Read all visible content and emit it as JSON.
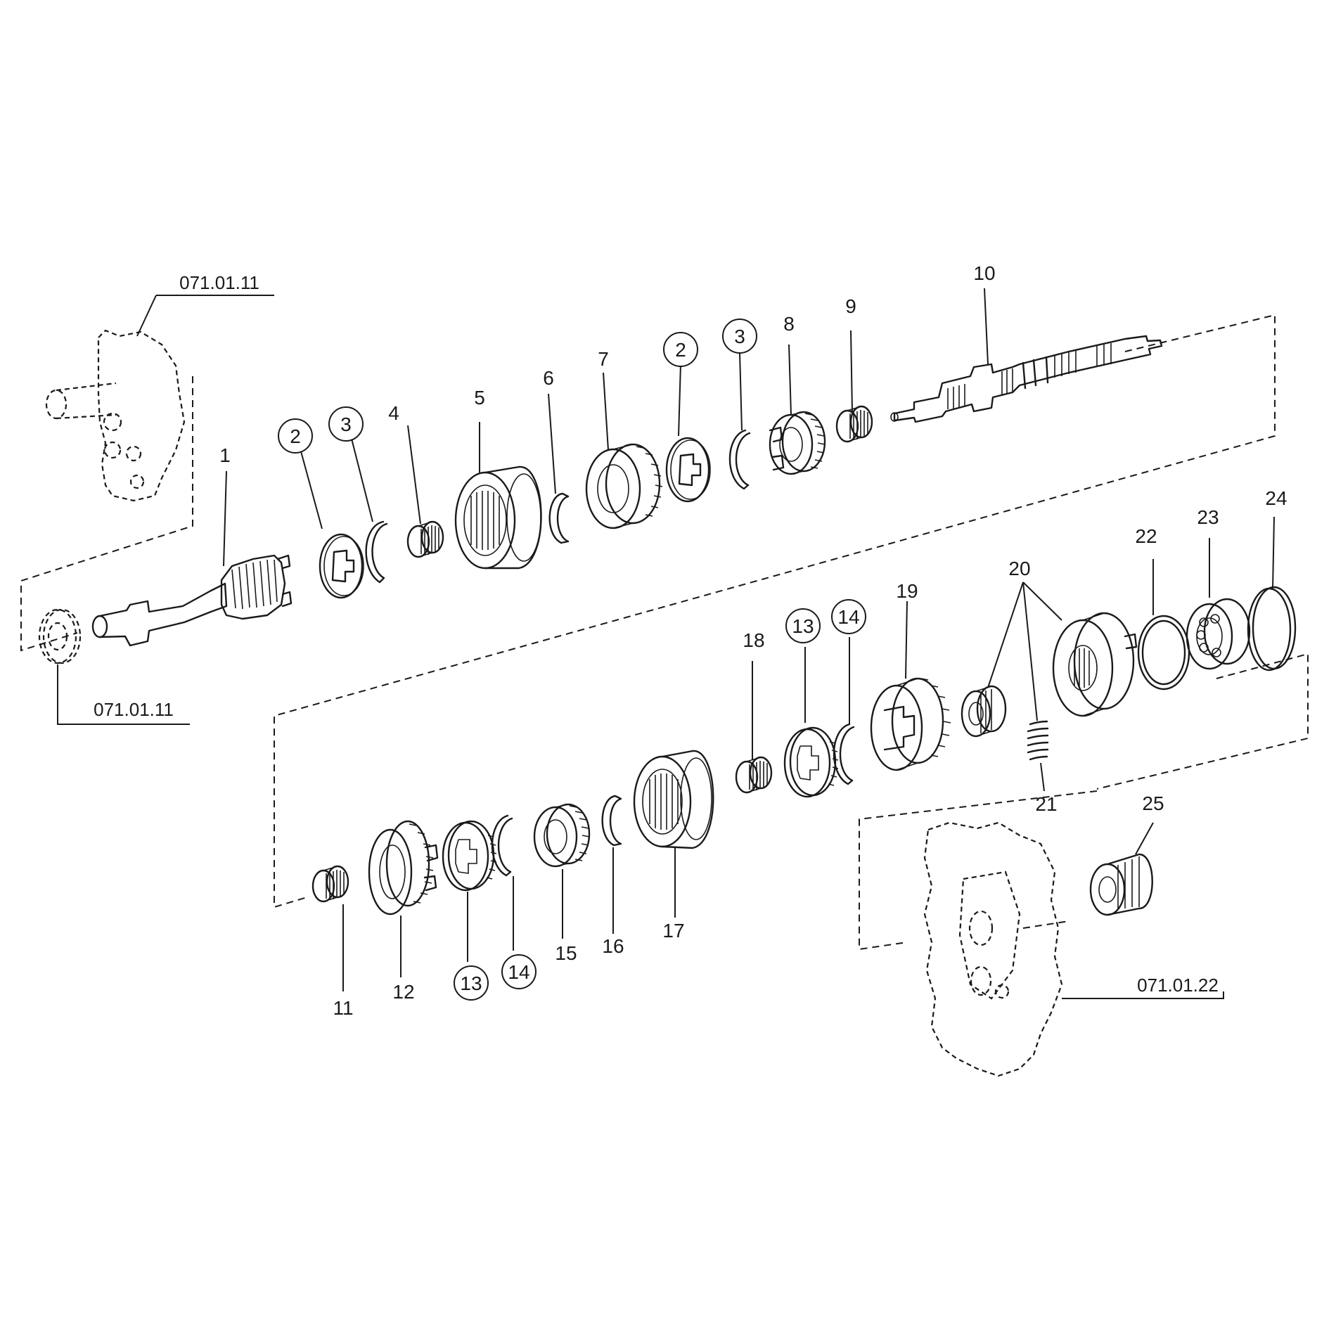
{
  "references": {
    "top_left": "071.01.11",
    "bottom_left": "071.01.11",
    "bottom_right": "071.01.22"
  },
  "labels": {
    "p1": "1",
    "p2a": "2",
    "p3a": "3",
    "p4": "4",
    "p5": "5",
    "p6": "6",
    "p7": "7",
    "p2b": "2",
    "p3b": "3",
    "p8": "8",
    "p9": "9",
    "p10": "10",
    "p11": "11",
    "p12": "12",
    "p13a": "13",
    "p14a": "14",
    "p15": "15",
    "p16": "16",
    "p17": "17",
    "p18": "18",
    "p13b": "13",
    "p14b": "14",
    "p19": "19",
    "p20": "20",
    "p21": "21",
    "p22": "22",
    "p23": "23",
    "p24": "24",
    "p25": "25"
  }
}
